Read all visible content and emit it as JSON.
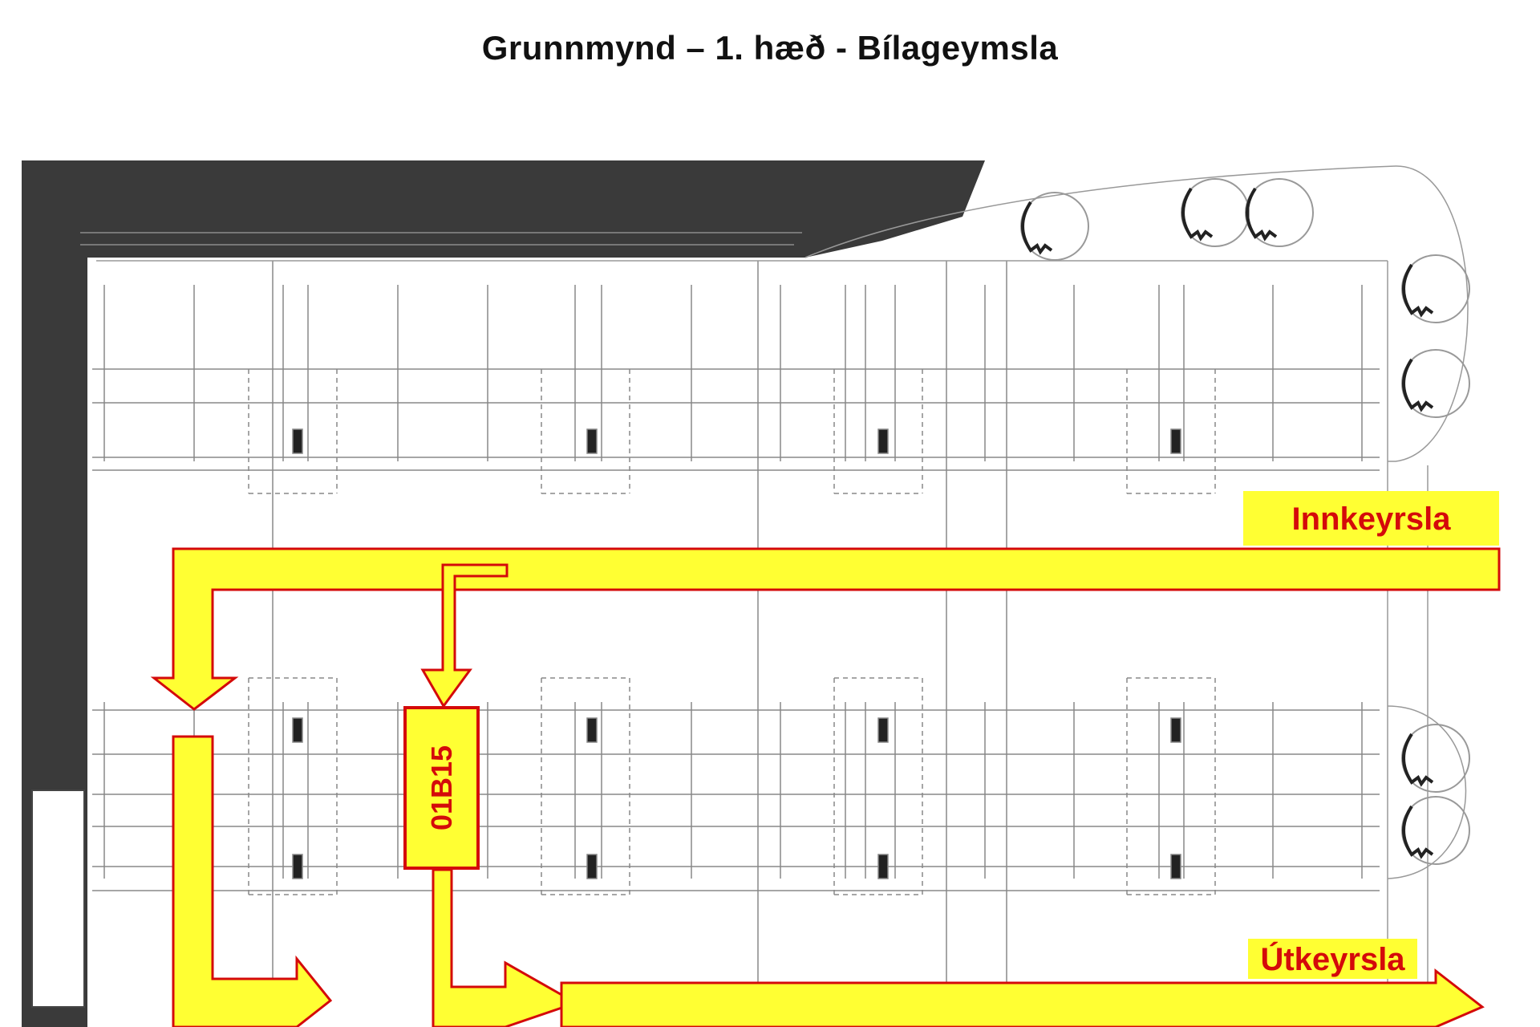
{
  "title": "Grunnmynd – 1. hæð - Bílageymsla",
  "labels": {
    "entrance": "Innkeyrsla",
    "exit": "Útkeyrsla",
    "parking_space": "01B15"
  },
  "colors": {
    "highlight": "#ffff33",
    "outline": "#d40a0a",
    "wall": "#3a3a3a"
  }
}
